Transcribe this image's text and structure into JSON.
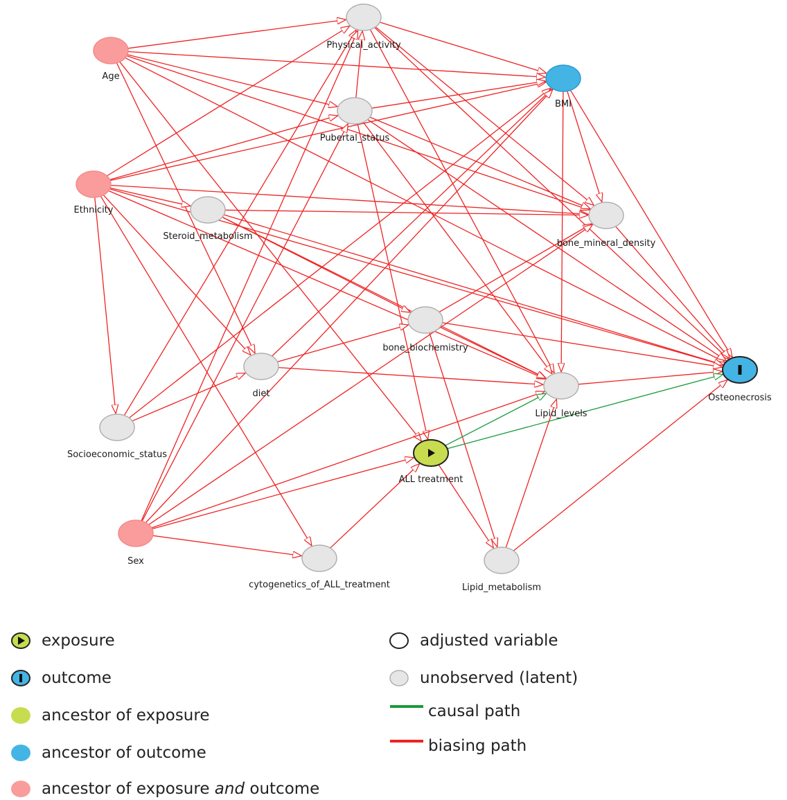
{
  "colors": {
    "edge_biasing": "#ee2222",
    "edge_causal": "#1a9a3a",
    "exposure": "#c8dc50",
    "outcome": "#44b4e4",
    "ancestor_both": "#fa9c9c",
    "latent": "#e6e6e6",
    "latent_stroke": "#b0b0b0"
  },
  "nodes": [
    {
      "id": "age",
      "label": "Age",
      "kind": "ancestor_both"
    },
    {
      "id": "physical_activity",
      "label": "Physical_activity",
      "kind": "latent"
    },
    {
      "id": "bmi",
      "label": "BMI",
      "kind": "outcome_ancestor"
    },
    {
      "id": "pubertal_status",
      "label": "Pubertal_status",
      "kind": "latent"
    },
    {
      "id": "ethnicity",
      "label": "Ethnicity",
      "kind": "ancestor_both"
    },
    {
      "id": "steroid_metabolism",
      "label": "Steroid_metabolism",
      "kind": "latent"
    },
    {
      "id": "bone_mineral_density",
      "label": "bone_mineral_density",
      "kind": "latent"
    },
    {
      "id": "bone_biochemistry",
      "label": "bone_biochemistry",
      "kind": "latent"
    },
    {
      "id": "diet",
      "label": "diet",
      "kind": "latent"
    },
    {
      "id": "osteonecrosis",
      "label": "Osteonecrosis",
      "kind": "outcome"
    },
    {
      "id": "lipid_levels",
      "label": "Lipid_levels",
      "kind": "latent"
    },
    {
      "id": "socioeconomic_status",
      "label": "Socioeconomic_status",
      "kind": "latent"
    },
    {
      "id": "all_treatment",
      "label": "ALL treatment",
      "kind": "exposure"
    },
    {
      "id": "sex",
      "label": "Sex",
      "kind": "ancestor_both"
    },
    {
      "id": "cytogenetics",
      "label": "cytogenetics_of_ALL_treatment",
      "kind": "latent"
    },
    {
      "id": "lipid_metabolism",
      "label": "Lipid_metabolism",
      "kind": "latent"
    }
  ],
  "edges": [
    [
      "age",
      "physical_activity",
      "b"
    ],
    [
      "age",
      "bmi",
      "b"
    ],
    [
      "age",
      "pubertal_status",
      "b"
    ],
    [
      "age",
      "bone_mineral_density",
      "b"
    ],
    [
      "age",
      "osteonecrosis",
      "b"
    ],
    [
      "age",
      "diet",
      "b"
    ],
    [
      "age",
      "all_treatment",
      "b"
    ],
    [
      "ethnicity",
      "physical_activity",
      "b"
    ],
    [
      "ethnicity",
      "bmi",
      "b"
    ],
    [
      "ethnicity",
      "pubertal_status",
      "b"
    ],
    [
      "ethnicity",
      "steroid_metabolism",
      "b"
    ],
    [
      "ethnicity",
      "bone_mineral_density",
      "b"
    ],
    [
      "ethnicity",
      "socioeconomic_status",
      "b"
    ],
    [
      "ethnicity",
      "diet",
      "b"
    ],
    [
      "ethnicity",
      "cytogenetics",
      "b"
    ],
    [
      "ethnicity",
      "lipid_levels",
      "b"
    ],
    [
      "ethnicity",
      "osteonecrosis",
      "b"
    ],
    [
      "physical_activity",
      "bmi",
      "b"
    ],
    [
      "physical_activity",
      "bone_mineral_density",
      "b"
    ],
    [
      "physical_activity",
      "osteonecrosis",
      "b"
    ],
    [
      "physical_activity",
      "lipid_levels",
      "b"
    ],
    [
      "pubertal_status",
      "physical_activity",
      "b"
    ],
    [
      "pubertal_status",
      "bmi",
      "b"
    ],
    [
      "pubertal_status",
      "bone_mineral_density",
      "b"
    ],
    [
      "pubertal_status",
      "osteonecrosis",
      "b"
    ],
    [
      "pubertal_status",
      "lipid_levels",
      "b"
    ],
    [
      "pubertal_status",
      "all_treatment",
      "b"
    ],
    [
      "steroid_metabolism",
      "osteonecrosis",
      "b"
    ],
    [
      "steroid_metabolism",
      "bone_mineral_density",
      "b"
    ],
    [
      "steroid_metabolism",
      "lipid_levels",
      "b"
    ],
    [
      "steroid_metabolism",
      "bone_biochemistry",
      "b"
    ],
    [
      "bmi",
      "bone_mineral_density",
      "b"
    ],
    [
      "bmi",
      "osteonecrosis",
      "b"
    ],
    [
      "bmi",
      "lipid_levels",
      "b"
    ],
    [
      "bone_mineral_density",
      "osteonecrosis",
      "b"
    ],
    [
      "bone_biochemistry",
      "osteonecrosis",
      "b"
    ],
    [
      "bone_biochemistry",
      "lipid_levels",
      "b"
    ],
    [
      "bone_biochemistry",
      "bone_mineral_density",
      "b"
    ],
    [
      "bone_biochemistry",
      "lipid_metabolism",
      "b"
    ],
    [
      "diet",
      "bone_biochemistry",
      "b"
    ],
    [
      "diet",
      "lipid_levels",
      "b"
    ],
    [
      "diet",
      "bmi",
      "b"
    ],
    [
      "socioeconomic_status",
      "diet",
      "b"
    ],
    [
      "socioeconomic_status",
      "bmi",
      "b"
    ],
    [
      "socioeconomic_status",
      "physical_activity",
      "b"
    ],
    [
      "sex",
      "physical_activity",
      "b"
    ],
    [
      "sex",
      "pubertal_status",
      "b"
    ],
    [
      "sex",
      "bmi",
      "b"
    ],
    [
      "sex",
      "bone_mineral_density",
      "b"
    ],
    [
      "sex",
      "cytogenetics",
      "b"
    ],
    [
      "sex",
      "all_treatment",
      "b"
    ],
    [
      "sex",
      "lipid_levels",
      "b"
    ],
    [
      "cytogenetics",
      "all_treatment",
      "b"
    ],
    [
      "all_treatment",
      "lipid_metabolism",
      "b"
    ],
    [
      "lipid_metabolism",
      "lipid_levels",
      "b"
    ],
    [
      "lipid_metabolism",
      "osteonecrosis",
      "b"
    ],
    [
      "lipid_levels",
      "osteonecrosis",
      "b"
    ],
    [
      "all_treatment",
      "lipid_levels",
      "c"
    ],
    [
      "all_treatment",
      "osteonecrosis",
      "c"
    ]
  ],
  "legend": [
    {
      "id": "exposure",
      "label": "exposure",
      "symbol": "exposure"
    },
    {
      "id": "outcome",
      "label": "outcome",
      "symbol": "outcome"
    },
    {
      "id": "ancestor_exposure",
      "label": "ancestor of exposure",
      "symbol": "ancestor_exposure"
    },
    {
      "id": "ancestor_outcome",
      "label": "ancestor of outcome",
      "symbol": "ancestor_outcome"
    },
    {
      "id": "ancestor_both",
      "label_pre": "ancestor of exposure ",
      "label_em": "and",
      "label_post": " outcome",
      "symbol": "ancestor_both"
    },
    {
      "id": "adjusted",
      "label": "adjusted variable",
      "symbol": "adjusted"
    },
    {
      "id": "latent",
      "label": "unobserved (latent)",
      "symbol": "latent"
    },
    {
      "id": "causal",
      "label": "causal path",
      "symbol": "causal"
    },
    {
      "id": "biasing",
      "label": "biasing path",
      "symbol": "biasing"
    }
  ]
}
